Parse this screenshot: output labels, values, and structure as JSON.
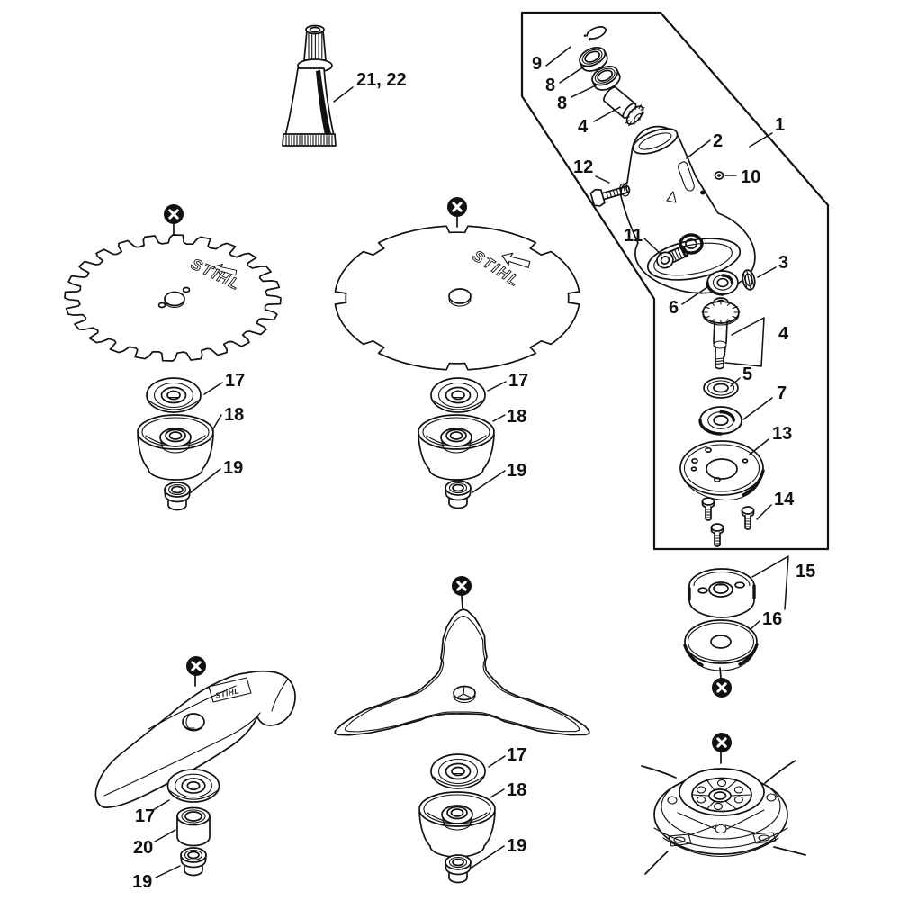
{
  "figure": {
    "brand": "STIHL",
    "icons": {
      "crossed_circle": "✕"
    },
    "callouts": {
      "n1": "1",
      "n2": "2",
      "n3": "3",
      "n4a": "4",
      "n4b": "4",
      "n5": "5",
      "n6": "6",
      "n7": "7",
      "n8a": "8",
      "n8b": "8",
      "n9": "9",
      "n10": "10",
      "n11": "11",
      "n12": "12",
      "n13": "13",
      "n14": "14",
      "n15": "15",
      "n16": "16",
      "n17a": "17",
      "n18a": "18",
      "n19a": "19",
      "n17b": "17",
      "n18b": "18",
      "n19b": "19",
      "n17c": "17",
      "n18c": "18",
      "n19c": "19",
      "n17d": "17",
      "n20": "20",
      "n19d": "19",
      "n21": "21, 22"
    }
  }
}
